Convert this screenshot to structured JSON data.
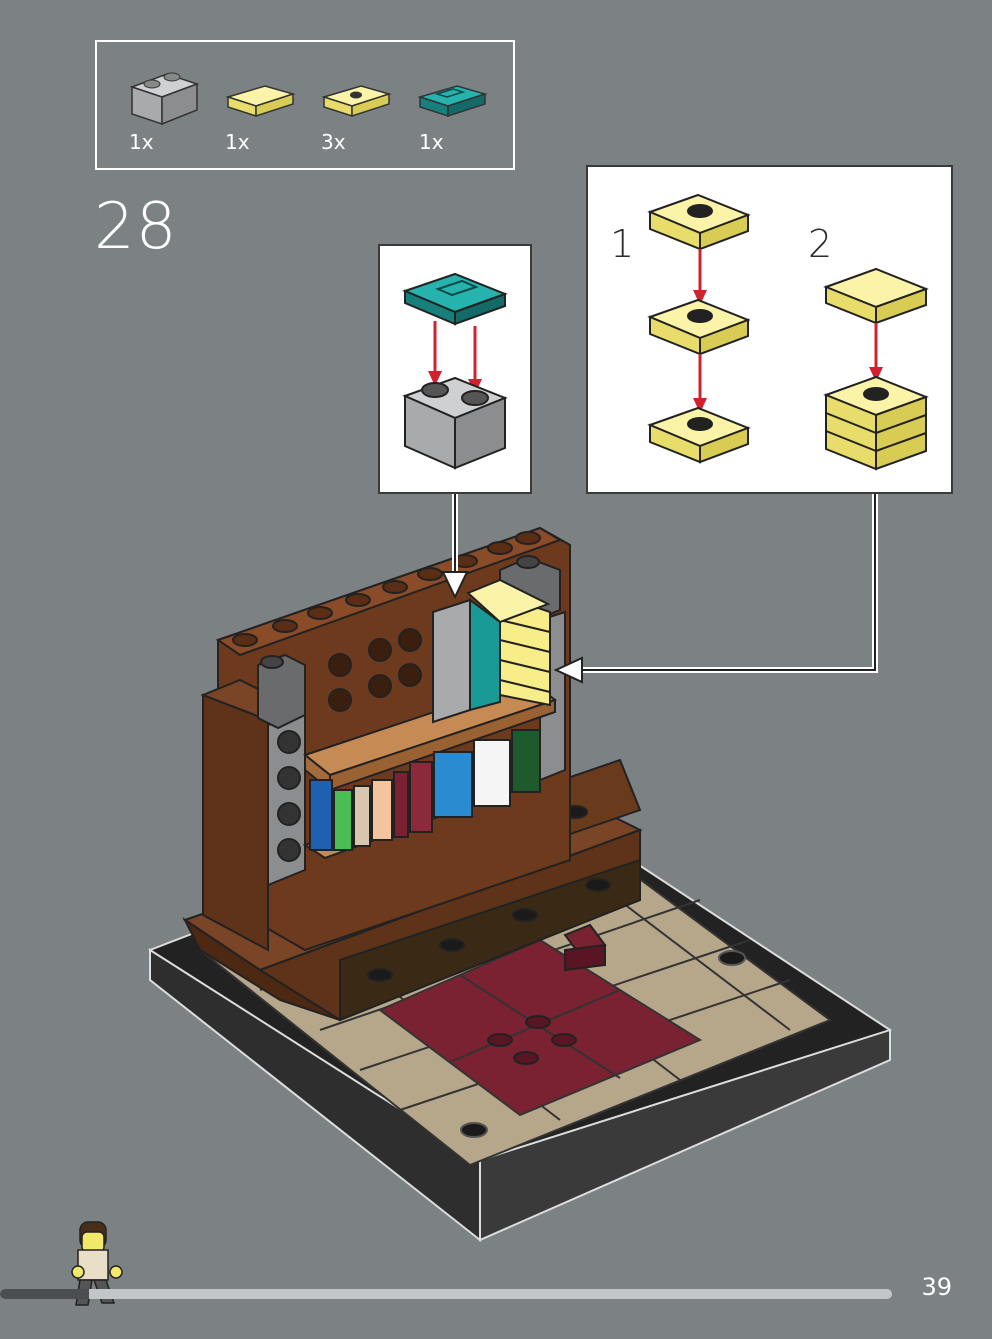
{
  "parts_list": {
    "items": [
      {
        "name": "gray-brick-1x2-icon",
        "qty": "1x",
        "color": "#a9aaab"
      },
      {
        "name": "yellow-tile-1x2-icon",
        "qty": "1x",
        "color": "#f7ee8a"
      },
      {
        "name": "yellow-jumper-plate-icon",
        "qty": "3x",
        "color": "#f7ee8a"
      },
      {
        "name": "teal-grille-tile-icon",
        "qty": "1x",
        "color": "#1a9a96"
      }
    ]
  },
  "step": {
    "number": "28"
  },
  "callout_b": {
    "sub_steps": [
      "1",
      "2"
    ]
  },
  "page": {
    "number": "39",
    "progress_fraction": 0.1
  },
  "colors": {
    "background": "#7c8184",
    "arrow_red": "#d2202e",
    "brown": "#6e3a1e",
    "dark_red": "#7a2232",
    "tan": "#b6a78b"
  }
}
